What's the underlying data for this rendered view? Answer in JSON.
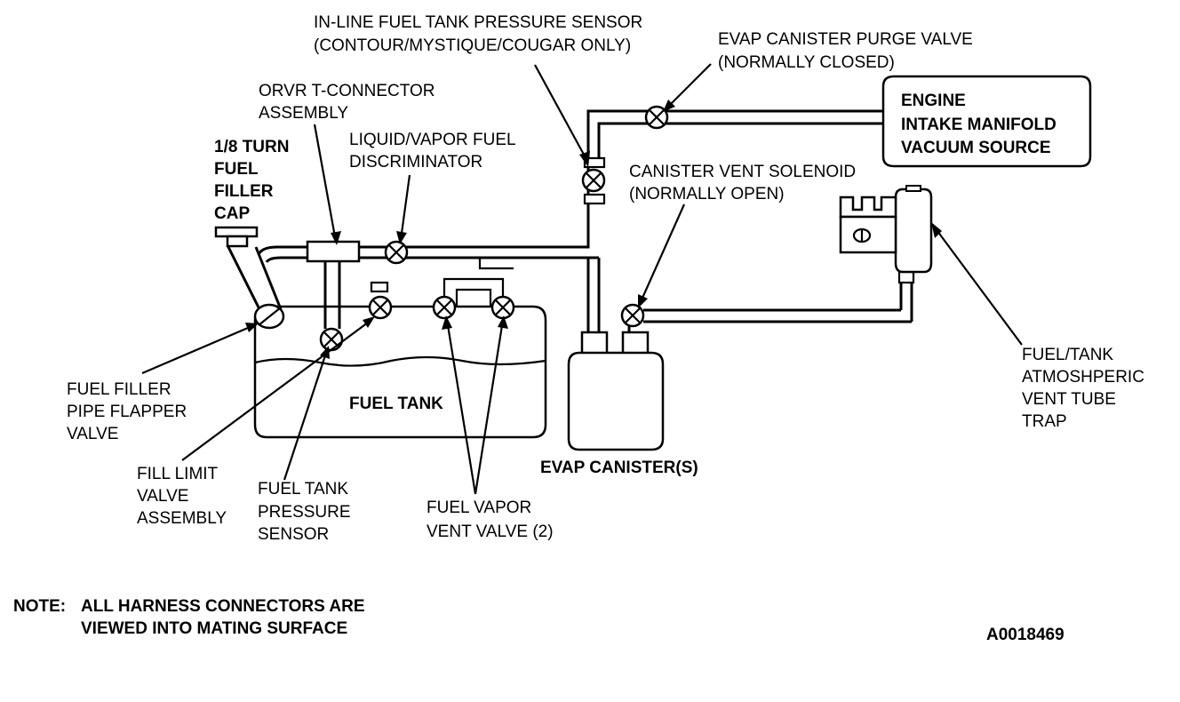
{
  "labels": {
    "inline_sensor": [
      "IN-LINE FUEL TANK PRESSURE SENSOR",
      "(CONTOUR/MYSTIQUE/COUGAR ONLY)"
    ],
    "purge_valve": [
      "EVAP CANISTER PURGE VALVE",
      "(NORMALLY CLOSED)"
    ],
    "engine": [
      "ENGINE",
      "INTAKE MANIFOLD",
      "VACUUM SOURCE"
    ],
    "orvr": [
      "ORVR T-CONNECTOR",
      "ASSEMBLY"
    ],
    "filler_cap": [
      "1/8 TURN",
      "FUEL",
      "FILLER",
      "CAP"
    ],
    "discriminator": [
      "LIQUID/VAPOR FUEL",
      "DISCRIMINATOR"
    ],
    "vent_solenoid": [
      "CANISTER VENT SOLENOID",
      "(NORMALLY OPEN)"
    ],
    "fuel_tank": "FUEL TANK",
    "canister": "EVAP CANISTER(S)",
    "vent_trap": [
      "FUEL/TANK",
      "ATMOSHPERIC",
      "VENT TUBE",
      "TRAP"
    ],
    "flapper": [
      "FUEL FILLER",
      "PIPE FLAPPER",
      "VALVE"
    ],
    "fill_limit": [
      "FILL LIMIT",
      "VALVE",
      "ASSEMBLY"
    ],
    "tank_sensor": [
      "FUEL TANK",
      "PRESSURE",
      "SENSOR"
    ],
    "vapor_vent": [
      "FUEL VAPOR",
      "VENT VALVE (2)"
    ]
  },
  "note": {
    "prefix": "NOTE:",
    "lines": [
      "ALL HARNESS CONNECTORS ARE",
      "VIEWED INTO MATING SURFACE"
    ]
  },
  "figure_id": "A0018469"
}
